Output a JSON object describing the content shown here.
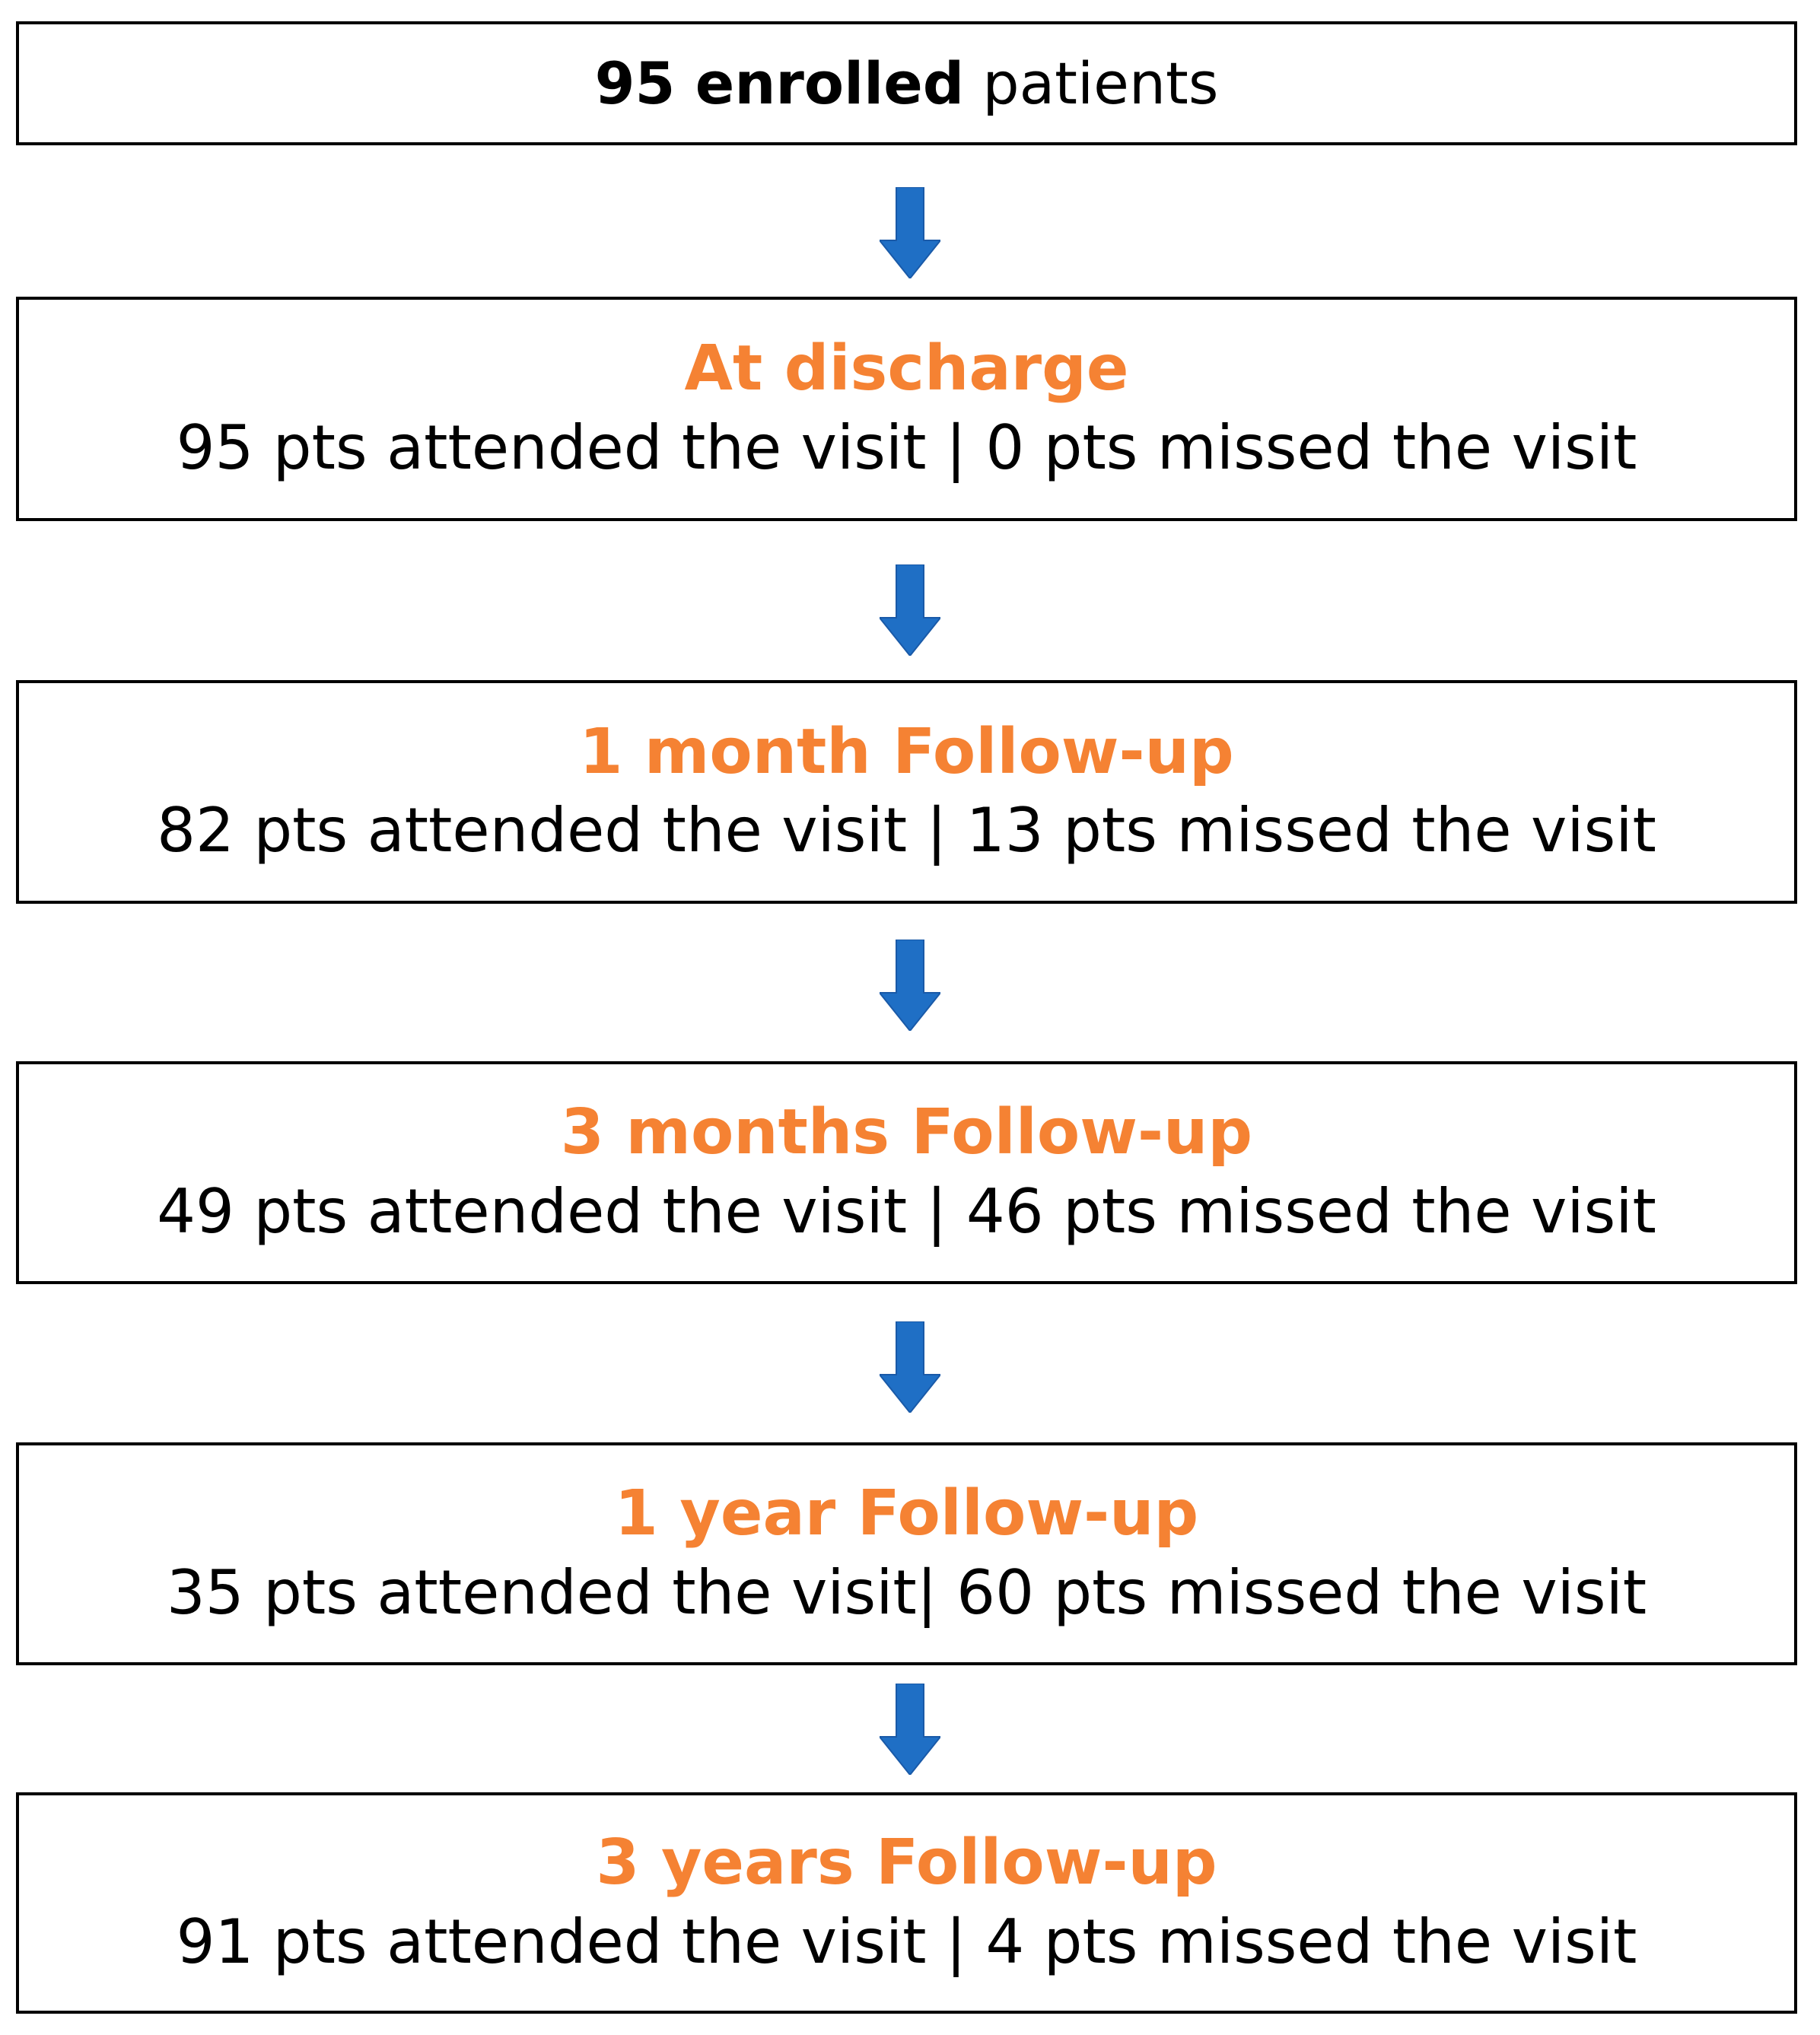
{
  "enrollment": {
    "count_label": "95 enrolled",
    "suffix": "patients"
  },
  "stages": [
    {
      "title": "At discharge",
      "detail": "95 pts attended the visit | 0 pts missed the visit",
      "attended": 95,
      "missed": 0
    },
    {
      "title": "1 month Follow-up",
      "detail": "82 pts attended the visit | 13 pts missed the visit",
      "attended": 82,
      "missed": 13
    },
    {
      "title": "3 months Follow-up",
      "detail": "49 pts attended the visit | 46 pts missed the visit",
      "attended": 49,
      "missed": 46
    },
    {
      "title": "1 year Follow-up",
      "detail": "35 pts attended the visit| 60 pts missed the visit",
      "attended": 35,
      "missed": 60
    },
    {
      "title": "3 years Follow-up",
      "detail": "91 pts attended the visit | 4 pts missed the visit",
      "attended": 91,
      "missed": 4
    }
  ],
  "colors": {
    "stage_title": "#f58233",
    "arrow_fill": "#1f6fc5",
    "arrow_stroke": "#1a5aa8",
    "box_border": "#000000"
  },
  "icons": {
    "flow_arrow": "arrow-down-icon"
  }
}
